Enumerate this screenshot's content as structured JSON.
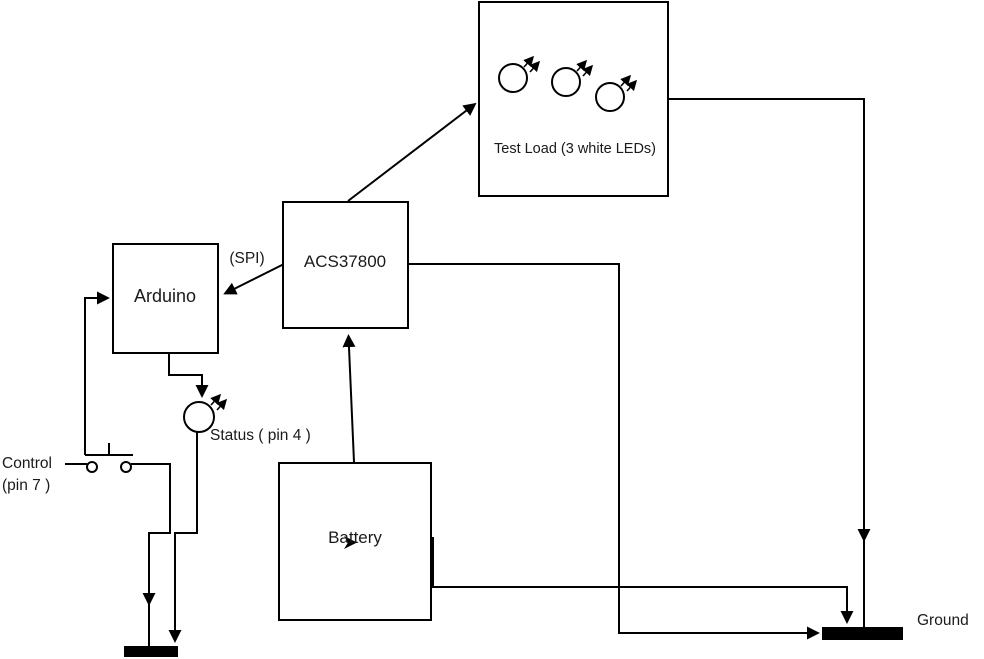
{
  "diagram": {
    "type": "wiring-schematic",
    "background_color": "#ffffff",
    "line_color": "#000000",
    "nodes": {
      "test_load": {
        "label": "Test Load (3 white LEDs)",
        "shape": "rect",
        "contains": "3 led-symbols"
      },
      "acs": {
        "label": "ACS37800",
        "shape": "rect"
      },
      "arduino": {
        "label": "Arduino",
        "shape": "rect"
      },
      "battery": {
        "label": "Battery",
        "shape": "rect"
      }
    },
    "annotations": {
      "spi": {
        "label": "(SPI)"
      },
      "status": {
        "label": "Status ( pin 4 )"
      },
      "control_line1": "Control",
      "control_line2": "(pin 7 )",
      "ground": {
        "label": "Ground"
      }
    },
    "icons": [
      "led-icon",
      "led-icon",
      "led-icon",
      "status-led-icon",
      "pushbutton-switch-icon",
      "ground-bar-icon",
      "ground-bar-icon",
      "arrowhead-icon"
    ],
    "connections": [
      {
        "from": "ACS37800",
        "to": "Test Load (3 white LEDs)",
        "arrow": "into test load"
      },
      {
        "from": "Test Load (3 white LEDs)",
        "to": "Ground",
        "arrow": "down"
      },
      {
        "from": "ACS37800",
        "to": "Ground",
        "arrow": "right into ground bar"
      },
      {
        "from": "Battery",
        "to": "ACS37800",
        "arrow": "up"
      },
      {
        "from": "Battery",
        "to": "Ground",
        "arrow": "down"
      },
      {
        "from": "ACS37800",
        "to": "Arduino",
        "arrow": "SPI link"
      },
      {
        "from": "Control (pin 7) switch",
        "to": "Arduino",
        "arrow": "right"
      },
      {
        "from": "Arduino",
        "to": "Status LED (pin 4)",
        "arrow": "down"
      },
      {
        "from": "Status LED (pin 4)",
        "to": "left ground bar",
        "arrow": "down"
      },
      {
        "from": "Control switch",
        "to": "left ground bar",
        "arrow": "down"
      }
    ]
  }
}
